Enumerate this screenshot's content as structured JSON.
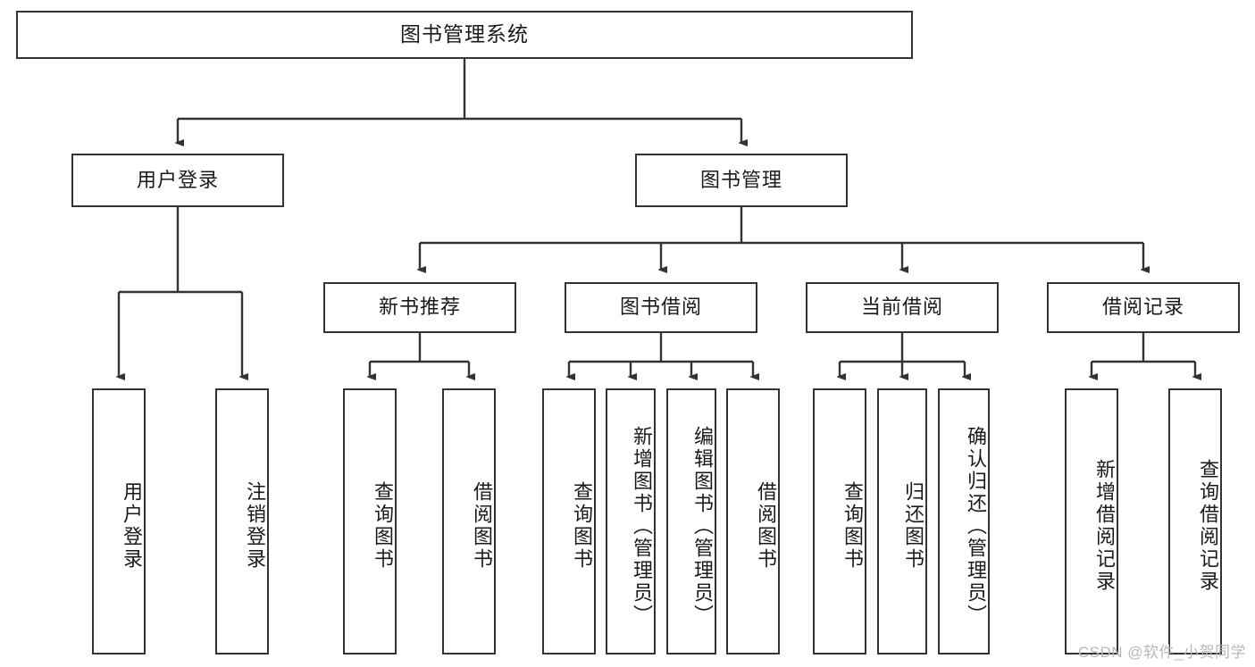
{
  "diagram": {
    "title": "图书管理系统",
    "type": "functional-structure-tree",
    "watermark": "CSDN @软件_小贺同学",
    "colors": {
      "stroke": "#333333",
      "fill": "#ffffff",
      "text": "#1a1a1a",
      "watermark": "#b8b8b8"
    },
    "levels": {
      "root": {
        "label": "图书管理系统"
      },
      "level2": [
        {
          "label": "用户登录"
        },
        {
          "label": "图书管理"
        }
      ],
      "level3": [
        {
          "label": "新书推荐"
        },
        {
          "label": "图书借阅"
        },
        {
          "label": "当前借阅"
        },
        {
          "label": "借阅记录"
        }
      ],
      "leaves": {
        "user_login": [
          {
            "label": "用户登录"
          },
          {
            "label": "注销登录"
          }
        ],
        "new_book_recommend": [
          {
            "label": "查询图书"
          },
          {
            "label": "借阅图书"
          }
        ],
        "book_borrow": [
          {
            "label": "查询图书"
          },
          {
            "label": "新增图书（管理员）"
          },
          {
            "label": "编辑图书（管理员）"
          },
          {
            "label": "借阅图书"
          }
        ],
        "current_borrow": [
          {
            "label": "查询图书"
          },
          {
            "label": "归还图书"
          },
          {
            "label": "确认归还（管理员）"
          }
        ],
        "borrow_record": [
          {
            "label": "新增借阅记录"
          },
          {
            "label": "查询借阅记录"
          }
        ]
      }
    }
  }
}
